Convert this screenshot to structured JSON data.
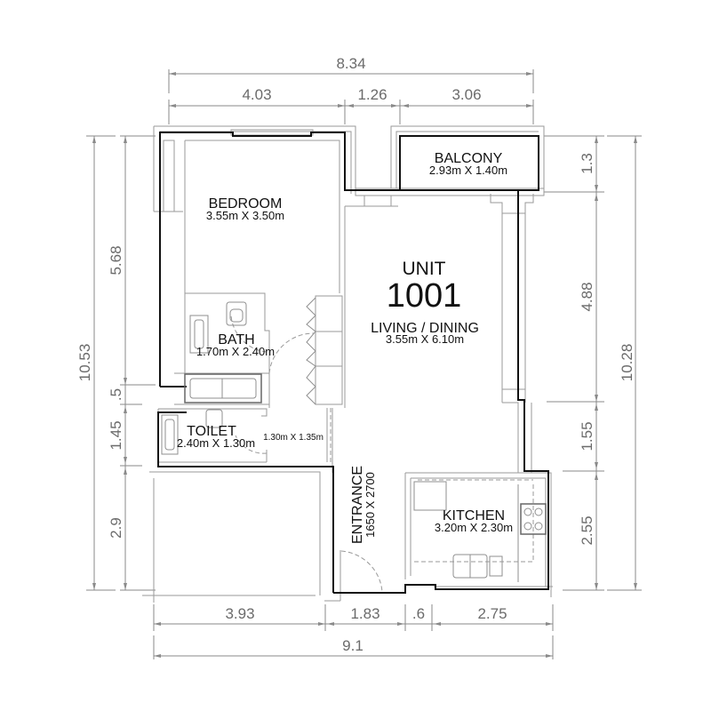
{
  "unit": {
    "label": "UNIT",
    "number": "1001"
  },
  "rooms": {
    "bedroom": {
      "name": "BEDROOM",
      "size": "3.55m X 3.50m"
    },
    "balcony": {
      "name": "BALCONY",
      "size": "2.93m X 1.40m"
    },
    "living": {
      "name": "LIVING / DINING",
      "size": "3.55m X 6.10m"
    },
    "bath": {
      "name": "BATH",
      "size": "1.70m X 2.40m"
    },
    "toilet": {
      "name": "TOILET",
      "size": "2.40m X 1.30m"
    },
    "hall": {
      "size": "1.30m X 1.35m"
    },
    "entrance": {
      "name": "ENTRANCE",
      "size": "1650 X 2700"
    },
    "kitchen": {
      "name": "KITCHEN",
      "size": "3.20m X 2.30m"
    }
  },
  "dimensions": {
    "top_overall": "8.34",
    "top_segments": [
      "4.03",
      "1.26",
      "3.06"
    ],
    "bottom_overall": "9.1",
    "bottom_segments": [
      "3.93",
      "1.83",
      ".6",
      "2.75"
    ],
    "left_overall": "10.53",
    "left_segments": [
      "5.68",
      ".5",
      "1.45",
      "2.9"
    ],
    "right_overall": "10.28",
    "right_segments": [
      "1.3",
      "4.88",
      "1.55",
      "2.55"
    ]
  },
  "colors": {
    "wall_outline": "#111111",
    "wall_line": "#9a9a9a",
    "dimension_text": "#6b6b6b",
    "background": "#ffffff"
  }
}
